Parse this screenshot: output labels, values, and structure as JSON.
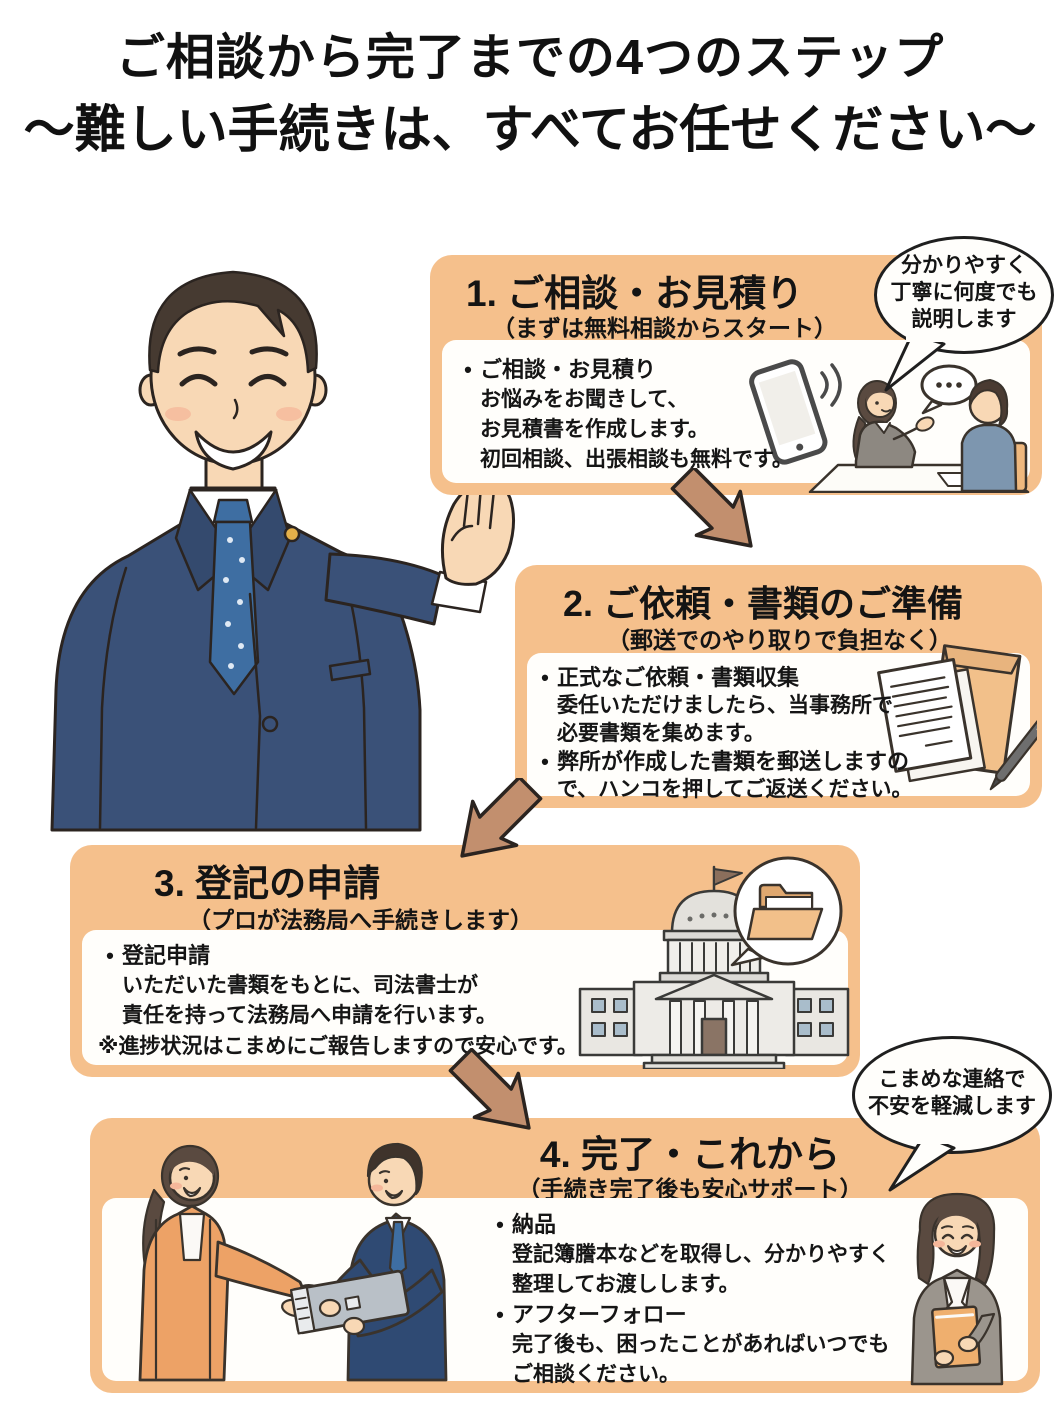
{
  "title": {
    "line1": "ご相談から完了までの4つのステップ",
    "line2": "～難しい手続きは、すべてお任せください～"
  },
  "bullet_char": "•",
  "speech_bubbles": {
    "step1": {
      "lines": [
        "分かりやすく",
        "丁寧に何度でも",
        "説明します"
      ]
    },
    "step4": {
      "lines": [
        "こまめな連絡で",
        "不安を軽減します"
      ]
    }
  },
  "steps": [
    {
      "title": "1. ご相談・お見積り",
      "subtitle": "（まずは無料相談からスタート）",
      "bullets": [
        {
          "head": "ご相談・お見積り",
          "lines": [
            "お悩みをお聞きして、",
            "お見積書を作成します。",
            "初回相談、出張相談も無料です。"
          ]
        }
      ],
      "illustration": "phone-consultation-scene"
    },
    {
      "title": "2. ご依頼・書類のご準備",
      "subtitle": "（郵送でのやり取りで負担なく）",
      "bullets": [
        {
          "head": "正式なご依頼・書類収集",
          "lines": [
            "委任いただけましたら、当事務所で",
            "必要書類を集めます。"
          ]
        },
        {
          "head": "弊所が作成した書類を郵送しますの",
          "lines": [
            "で、ハンコを押してご返送ください。"
          ]
        }
      ],
      "illustration": "documents-envelope-pen"
    },
    {
      "title": "3. 登記の申請",
      "subtitle": "（プロが法務局へ手続きします）",
      "bullets": [
        {
          "head": "登記申請",
          "lines": [
            "いただいた書類をもとに、司法書士が",
            "責任を持って法務局へ申請を行います。"
          ]
        }
      ],
      "note": "※進捗状況はこまめにご報告しますので安心です。",
      "illustration": "law-bureau-building-with-folder-bubble"
    },
    {
      "title": "4. 完了・これから",
      "subtitle": "（手続き完了後も安心サポート）",
      "bullets": [
        {
          "head": "納品",
          "lines": [
            "登記簿謄本などを取得し、分かりやすく",
            "整理してお渡しします。"
          ]
        },
        {
          "head": "アフターフォロー",
          "lines": [
            "完了後も、困ったことがあればいつでも",
            "ご相談ください。"
          ]
        }
      ],
      "illustration_left": "binder-handover-scene",
      "illustration_right": "staff-woman-holding-folder"
    }
  ],
  "main_illustration": "smiling-judicial-scrivener-man",
  "colors": {
    "band_orange": "#F5C08C",
    "arrow_brown": "#C28F6E",
    "outline_dark": "#2B2420",
    "bubble_border": "#1F1F1F",
    "folder_orange": "#F2C08A",
    "suit_navy": "#3A5178",
    "tie_blue": "#3E6EA2",
    "skin": "#F8D8B5",
    "building_gray": "#E9E7E2",
    "window_blue": "#A9BDCB",
    "cardigan_orange": "#EDA266",
    "jacket_gray": "#9B958D"
  }
}
